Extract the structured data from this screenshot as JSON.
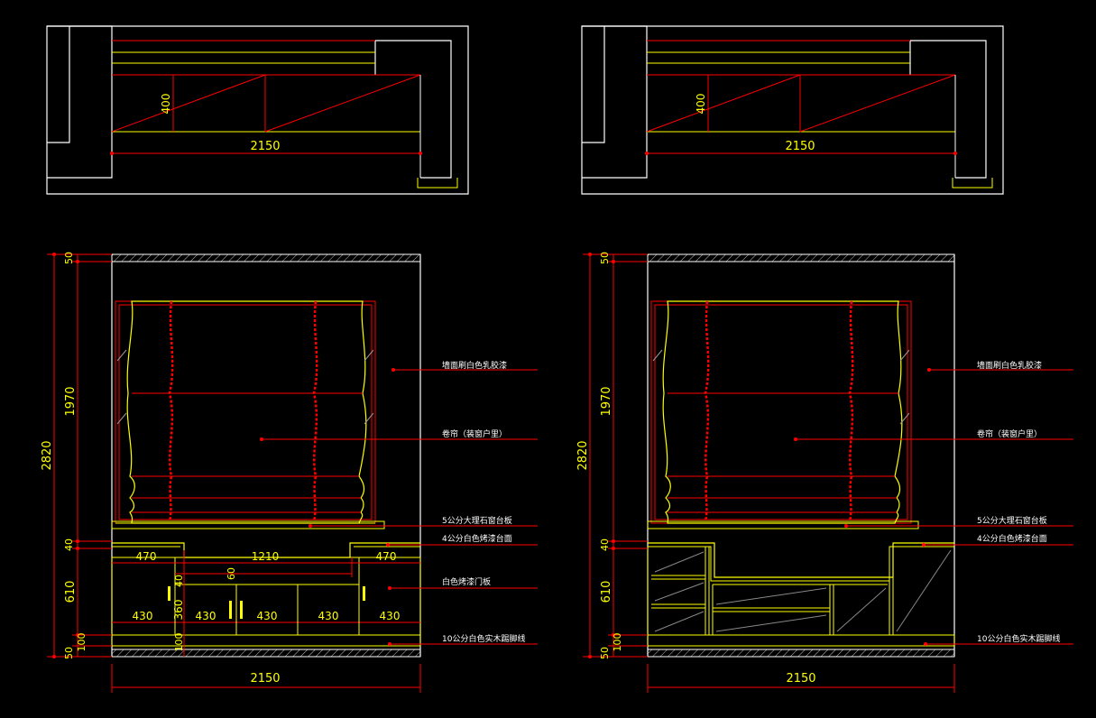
{
  "colors": {
    "background": "#000000",
    "white": "#ffffff",
    "red": "#ff0000",
    "yellow": "#ffff00",
    "gray": "#9a9a9a"
  },
  "left": {
    "plan": {
      "depth": "400",
      "width": "2150"
    },
    "elevation": {
      "dims": {
        "total_height": "2820",
        "top": "50",
        "window": "1970",
        "sill": "40",
        "cabinet": "610",
        "plinth_100": "100",
        "floor_50": "50",
        "width": "2150"
      },
      "cabinet_dims": {
        "left_panel": "470",
        "center": "1210",
        "right_panel": "470",
        "step_40": "40",
        "step_60": "60",
        "door_430": "430",
        "door_360": "360",
        "base_100": "100"
      },
      "labels": {
        "wall": "墙面刷白色乳胶漆",
        "blind": "卷帘（装窗户里）",
        "marble": "5公分大理石窗台板",
        "paint_top": "4公分白色烤漆台面",
        "door_panel": "白色烤漆门板",
        "skirting": "10公分白色实木踢脚线"
      }
    }
  },
  "right": {
    "plan": {
      "depth": "400",
      "width": "2150"
    },
    "elevation": {
      "dims": {
        "total_height": "2820",
        "top": "50",
        "window": "1970",
        "sill": "40",
        "cabinet": "610",
        "plinth_100": "100",
        "floor_50": "50",
        "width": "2150"
      },
      "labels": {
        "wall": "墙面刷白色乳胶漆",
        "blind": "卷帘（装窗户里）",
        "marble": "5公分大理石窗台板",
        "paint_top": "4公分白色烤漆台面",
        "skirting": "10公分白色实木踢脚线"
      }
    }
  }
}
